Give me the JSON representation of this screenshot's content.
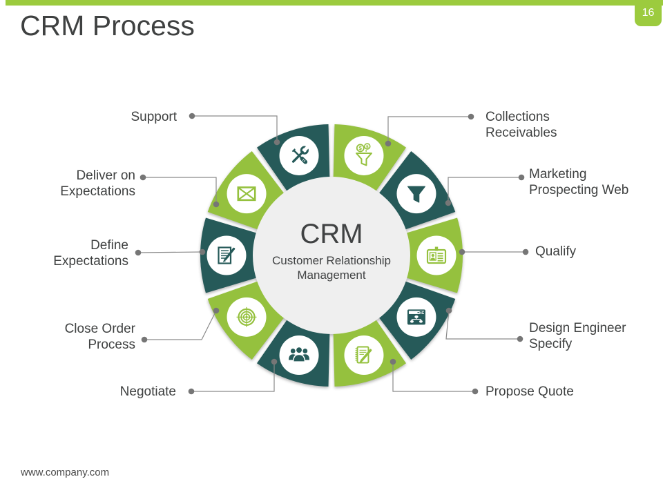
{
  "slide": {
    "title": "CRM Process",
    "page_number": "16",
    "footer": "www.company.com"
  },
  "colors": {
    "accent_green": "#9CCB3E",
    "segment_green": "#95C13E",
    "segment_teal": "#265A59",
    "center_fill": "#EFEFEF",
    "connector_gray": "#8A8A8A",
    "dot_gray": "#767676",
    "text_dark": "#3F4141"
  },
  "diagram": {
    "center_title": "CRM",
    "center_subtitle": "Customer Relationship Management",
    "segments": [
      {
        "label": "Collections Receivables",
        "label_lines": [
          "Collections",
          "Receivables"
        ],
        "icon": "money-funnel-icon",
        "color": "green"
      },
      {
        "label": "Marketing Prospecting Web",
        "label_lines": [
          "Marketing",
          "Prospecting Web"
        ],
        "icon": "funnel-icon",
        "color": "teal"
      },
      {
        "label": "Qualify",
        "label_lines": [
          "Qualify"
        ],
        "icon": "id-card-icon",
        "color": "green"
      },
      {
        "label": "Design Engineer Specify",
        "label_lines": [
          "Design Engineer",
          "Specify"
        ],
        "icon": "window-orgchart-icon",
        "color": "teal"
      },
      {
        "label": "Propose Quote",
        "label_lines": [
          "Propose Quote"
        ],
        "icon": "notebook-pencil-icon",
        "color": "green"
      },
      {
        "label": "Negotiate",
        "label_lines": [
          "Negotiate"
        ],
        "icon": "people-icon",
        "color": "teal"
      },
      {
        "label": "Close Order Process",
        "label_lines": [
          "Close Order",
          "Process"
        ],
        "icon": "target-icon",
        "color": "green"
      },
      {
        "label": "Define Expectations",
        "label_lines": [
          "Define",
          "Expectations"
        ],
        "icon": "document-pencil-icon",
        "color": "teal"
      },
      {
        "label": "Deliver on Expectations",
        "label_lines": [
          "Deliver on",
          "Expectations"
        ],
        "icon": "envelope-icon",
        "color": "green"
      },
      {
        "label": "Support",
        "label_lines": [
          "Support"
        ],
        "icon": "tools-icon",
        "color": "teal"
      }
    ]
  }
}
